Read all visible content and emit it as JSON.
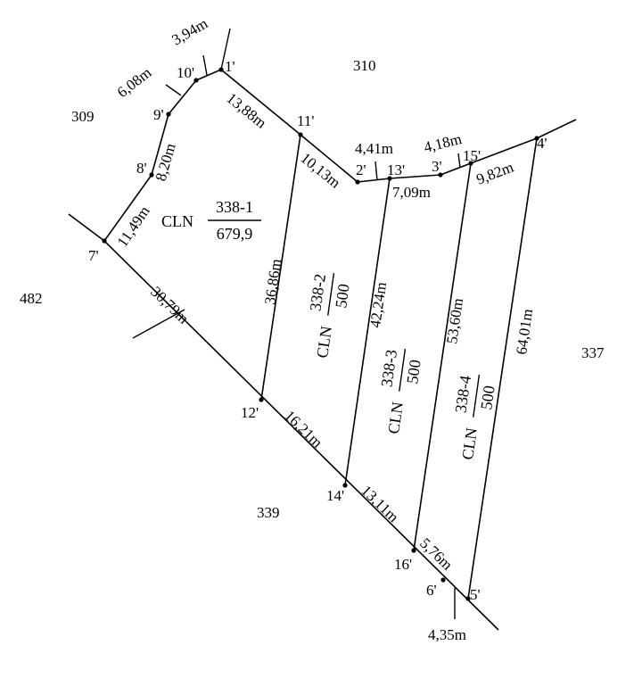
{
  "diagram": {
    "neighbors": {
      "n309": "309",
      "n310": "310",
      "n482": "482",
      "n337": "337",
      "n339": "339"
    },
    "vertices": {
      "v1": "1'",
      "v2": "2'",
      "v3": "3'",
      "v4": "4'",
      "v5": "5'",
      "v6": "6'",
      "v7": "7'",
      "v8": "8'",
      "v9": "9'",
      "v10": "10'",
      "v11": "11'",
      "v12": "12'",
      "v13": "13'",
      "v14": "14'",
      "v15": "15'",
      "v16": "16'"
    },
    "lengths": {
      "l_10_1": "3,94m",
      "l_9_10": "6,08m",
      "l_8_9": "8,20m",
      "l_7_8": "11,49m",
      "l_1_11": "13,88m",
      "l_11_2": "10,13m",
      "l_2_13": "4,41m",
      "l_13_3": "7,09m",
      "l_3_15": "4,18m",
      "l_15_4": "9,82m",
      "l_7_12": "30,79m",
      "l_11_12": "36,86m",
      "l_12_14": "16,21m",
      "l_13_14": "42,24m",
      "l_14_16": "13,11m",
      "l_15_16": "53,60m",
      "l_16_6": "5,76m",
      "l_4_5": "64,01m",
      "l_6_5": "4,35m"
    },
    "parcels": {
      "p1": {
        "prefix": "CLN",
        "id": "338-1",
        "area": "679,9"
      },
      "p2": {
        "prefix": "CLN",
        "id": "338-2",
        "area": "500"
      },
      "p3": {
        "prefix": "CLN",
        "id": "338-3",
        "area": "500"
      },
      "p4": {
        "prefix": "CLN",
        "id": "338-4",
        "area": "500"
      }
    }
  }
}
